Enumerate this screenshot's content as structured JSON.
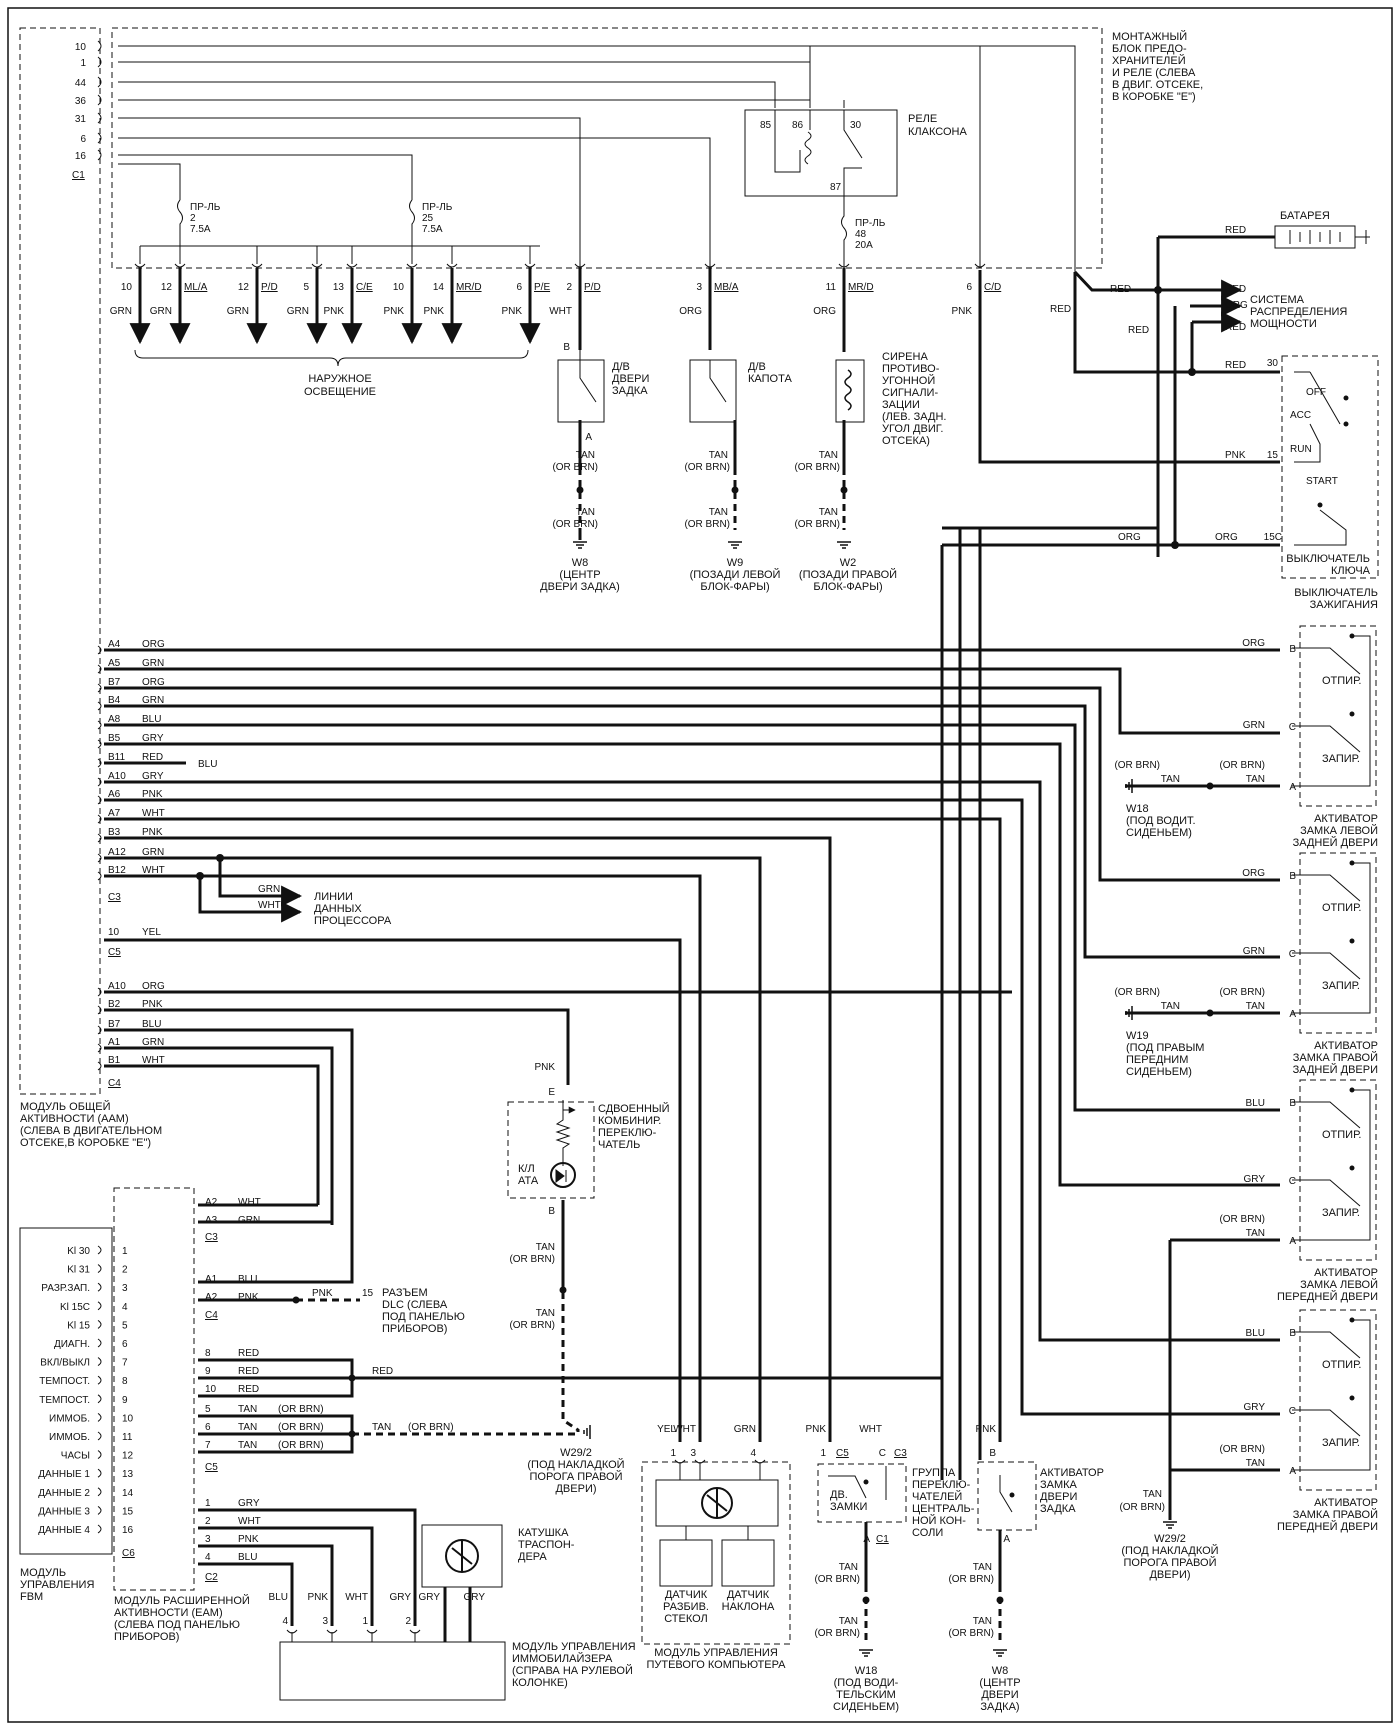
{
  "fuse_block": {
    "label": [
      "МОНТАЖНЫЙ",
      "БЛОК ПРЕДО-",
      "ХРАНИТЕЛЕЙ",
      "И РЕЛЕ (СЛЕВА",
      "В ДВИГ. ОТСЕКЕ,",
      "В КОРОБКЕ \"E\")"
    ],
    "c1_pins": [
      "10",
      "1",
      "44",
      "36",
      "31",
      "6",
      "16"
    ],
    "c1_label": "C1",
    "fuse_2": [
      "ПР-ЛЬ",
      "2",
      "7.5A"
    ],
    "fuse_25": [
      "ПР-ЛЬ",
      "25",
      "7.5A"
    ],
    "fuse_48": [
      "ПР-ЛЬ",
      "48",
      "20A"
    ],
    "relay_label": [
      "РЕЛЕ",
      "КЛАКСОНА"
    ],
    "relay_pins": [
      "85",
      "86",
      "30",
      "87"
    ],
    "bottom_pins": [
      {
        "pin": "10",
        "conn": "",
        "wire": "GRN"
      },
      {
        "pin": "12",
        "conn": "ML/A",
        "wire": "GRN"
      },
      {
        "pin": "12",
        "conn": "P/D",
        "wire": "GRN"
      },
      {
        "pin": "5",
        "conn": "",
        "wire": "GRN"
      },
      {
        "pin": "13",
        "conn": "C/E",
        "wire": "PNK"
      },
      {
        "pin": "10",
        "conn": "",
        "wire": "PNK"
      },
      {
        "pin": "14",
        "conn": "MR/D",
        "wire": "PNK"
      },
      {
        "pin": "6",
        "conn": "P/E",
        "wire": "PNK"
      },
      {
        "pin": "2",
        "conn": "P/D",
        "wire": "WHT"
      },
      {
        "pin": "3",
        "conn": "MB/A",
        "wire": "ORG"
      },
      {
        "pin": "11",
        "conn": "MR/D",
        "wire": "ORG"
      },
      {
        "pin": "6",
        "conn": "C/D",
        "wire": "PNK"
      }
    ]
  },
  "exterior_lighting": [
    "НАРУЖНОЕ",
    "ОСВЕЩЕНИЕ"
  ],
  "battery": "БАТАРЕЯ",
  "power_dist": [
    "СИСТЕМА",
    "РАСПРЕДЕЛЕНИЯ",
    "МОЩНОСТИ"
  ],
  "wires": {
    "red": "RED",
    "org": "ORG",
    "pnk": "PNK",
    "tan": "TAN",
    "or_brn": "(OR BRN)",
    "grn": "GRN",
    "wht": "WHT",
    "yel": "YEL",
    "gry": "GRY",
    "blu": "BLU"
  },
  "ignition": {
    "pins": [
      "30",
      "15",
      "15C"
    ],
    "positions": [
      "OFF",
      "ACC",
      "RUN",
      "START"
    ],
    "label1": [
      "ВЫКЛЮЧАТЕЛЬ",
      "КЛЮЧА"
    ],
    "label2": [
      "ВЫКЛЮЧАТЕЛЬ",
      "ЗАЖИГАНИЯ"
    ]
  },
  "tailgate_sw": [
    "Д/В",
    "ДВЕРИ",
    "ЗАДКА"
  ],
  "hood_sw": [
    "Д/В",
    "КАПОТА"
  ],
  "siren": [
    "СИРЕНА",
    "ПРОТИВО-",
    "УГОННОЙ",
    "СИГНАЛИ-",
    "ЗАЦИИ",
    "(ЛЕВ. ЗАДН.",
    "УГОЛ ДВИГ.",
    "ОТСЕКА)"
  ],
  "grounds_top": {
    "w8": [
      "W8",
      "(ЦЕНТР",
      "ДВЕРИ ЗАДКА)"
    ],
    "w9": [
      "W9",
      "(ПОЗАДИ ЛЕВОЙ",
      "БЛОК-ФАРЫ)"
    ],
    "w2": [
      "W2",
      "(ПОЗАДИ ПРАВОЙ",
      "БЛОК-ФАРЫ)"
    ]
  },
  "pins_ab": {
    "a": "A",
    "b": "B",
    "c": "C",
    "e": "E"
  },
  "aam": {
    "rows": [
      {
        "pin": "A4",
        "wire": "ORG"
      },
      {
        "pin": "A5",
        "wire": "GRN"
      },
      {
        "pin": "B7",
        "wire": "ORG"
      },
      {
        "pin": "B4",
        "wire": "GRN"
      },
      {
        "pin": "A8",
        "wire": "BLU"
      },
      {
        "pin": "B5",
        "wire": "GRY"
      },
      {
        "pin": "B11",
        "wire": "RED"
      },
      {
        "pin": "A10",
        "wire": "GRY"
      },
      {
        "pin": "A6",
        "wire": "PNK"
      },
      {
        "pin": "A7",
        "wire": "WHT"
      },
      {
        "pin": "B3",
        "wire": "PNK"
      },
      {
        "pin": "A12",
        "wire": "GRN"
      },
      {
        "pin": "B12",
        "wire": "WHT"
      }
    ],
    "c3": "C3",
    "c5_row": {
      "pin": "10",
      "wire": "YEL"
    },
    "c5": "C5",
    "c4_rows": [
      {
        "pin": "A10",
        "wire": "ORG"
      },
      {
        "pin": "B2",
        "wire": "PNK"
      },
      {
        "pin": "B7",
        "wire": "BLU"
      },
      {
        "pin": "A1",
        "wire": "GRN"
      },
      {
        "pin": "B1",
        "wire": "WHT"
      }
    ],
    "c4": "C4",
    "label": [
      "МОДУЛЬ ОБЩЕЙ",
      "АКТИВНОСТИ (AAM)",
      "(СЛЕВА В ДВИГАТЕЛЬНОМ",
      "ОТСЕКЕ,В КОРОБКЕ \"E\")"
    ]
  },
  "data_lines": [
    "ЛИНИИ",
    "ДАННЫХ",
    "ПРОЦЕССОРА"
  ],
  "actuators": {
    "unlock": "ОТПИР.",
    "lock": "ЗАПИР.",
    "lr_door": [
      "АКТИВАТОР",
      "ЗАМКА ЛЕВОЙ",
      "ЗАДНЕЙ ДВЕРИ"
    ],
    "rr_door": [
      "АКТИВАТОР",
      "ЗАМКА ПРАВОЙ",
      "ЗАДНЕЙ ДВЕРИ"
    ],
    "lf_door": [
      "АКТИВАТОР",
      "ЗАМКА ЛЕВОЙ",
      "ПЕРЕДНЕЙ ДВЕРИ"
    ],
    "rf_door": [
      "АКТИВАТОР",
      "ЗАМКА ПРАВОЙ",
      "ПЕРЕДНЕЙ ДВЕРИ"
    ],
    "tailgate": [
      "АКТИВАТОР",
      "ЗАМКА",
      "ДВЕРИ",
      "ЗАДКА"
    ]
  },
  "grounds_mid": {
    "w18": [
      "W18",
      "(ПОД ВОДИТ.",
      "СИДЕНЬЕМ)"
    ],
    "w19": [
      "W19",
      "(ПОД ПРАВЫМ",
      "ПЕРЕДНИМ",
      "СИДЕНЬЕМ)"
    ],
    "w29_right": [
      "W29/2",
      "(ПОД НАКЛАДКОЙ",
      "ПОРОГА ПРАВОЙ",
      "ДВЕРИ)"
    ]
  },
  "combo_switch": {
    "label": [
      "СДВОЕННЫЙ",
      "КОМБИНИР.",
      "ПЕРЕКЛЮ-",
      "ЧАТЕЛЬ"
    ],
    "kl": [
      "К/Л",
      "АТА"
    ]
  },
  "ground_w29_center": [
    "W29/2",
    "(ПОД НАКЛАДКОЙ",
    "ПОРОГА ПРАВОЙ",
    "ДВЕРИ)"
  ],
  "fbm": {
    "rows": [
      "Kl 30",
      "Kl 31",
      "РАЗР.ЗАП.",
      "Kl 15C",
      "Kl 15",
      "ДИАГН.",
      "ВКЛ/ВЫКЛ",
      "ТЕМПОСТ.",
      "ТЕМПОСТ.",
      "ИММОБ.",
      "ИММОБ.",
      "ЧАСЫ",
      "ДАННЫЕ 1",
      "ДАННЫЕ 2",
      "ДАННЫЕ 3",
      "ДАННЫЕ 4"
    ],
    "pins": [
      "1",
      "2",
      "3",
      "4",
      "5",
      "6",
      "7",
      "8",
      "9",
      "10",
      "11",
      "12",
      "13",
      "14",
      "15",
      "16"
    ],
    "c6": "C6",
    "label": [
      "МОДУЛЬ",
      "УПРАВЛЕНИЯ",
      "FBM"
    ]
  },
  "eam": {
    "c3_rows": [
      {
        "pin": "A2",
        "wire": "WHT"
      },
      {
        "pin": "A3",
        "wire": "GRN"
      }
    ],
    "c3": "C3",
    "c4_rows": [
      {
        "pin": "A1",
        "wire": "BLU"
      },
      {
        "pin": "A2",
        "wire": "PNK"
      }
    ],
    "c4": "C4",
    "c5_rows": [
      {
        "pin": "8",
        "wire": "RED",
        "alt": ""
      },
      {
        "pin": "9",
        "wire": "RED",
        "alt": ""
      },
      {
        "pin": "10",
        "wire": "RED",
        "alt": ""
      },
      {
        "pin": "5",
        "wire": "TAN",
        "alt": "(OR BRN)"
      },
      {
        "pin": "6",
        "wire": "TAN",
        "alt": "(OR BRN)"
      },
      {
        "pin": "7",
        "wire": "TAN",
        "alt": "(OR BRN)"
      }
    ],
    "c5": "C5",
    "c2_rows": [
      {
        "pin": "1",
        "wire": "GRY"
      },
      {
        "pin": "2",
        "wire": "WHT"
      },
      {
        "pin": "3",
        "wire": "PNK"
      },
      {
        "pin": "4",
        "wire": "BLU"
      }
    ],
    "c2": "C2",
    "label": [
      "МОДУЛЬ РАСШИРЕННОЙ",
      "АКТИВНОСТИ (EAM)",
      "(СЛЕВА ПОД ПАНЕЛЬЮ",
      "ПРИБОРОВ)"
    ]
  },
  "dlc": {
    "pin": "15",
    "label": [
      "РАЗЪЕМ",
      "DLC (СЛЕВА",
      "ПОД ПАНЕЛЬЮ",
      "ПРИБОРОВ)"
    ]
  },
  "transponder": [
    "КАТУШКА",
    "ТРАСПОН-",
    "ДЕРА"
  ],
  "immobilizer": {
    "pins": [
      "4",
      "3",
      "1",
      "2"
    ],
    "wires": [
      "BLU",
      "PNK",
      "WHT",
      "GRY"
    ],
    "label": [
      "МОДУЛЬ УПРАВЛЕНИЯ",
      "ИММОБИЛАЙЗЕРА",
      "(СПРАВА НА РУЛЕВОЙ",
      "КОЛОНКЕ)"
    ]
  },
  "trip_computer": {
    "wires": [
      "YEL",
      "WHT",
      "GRN"
    ],
    "pins": [
      "1",
      "3",
      "4"
    ],
    "glass": [
      "ДАТЧИК",
      "РАЗБИВ.",
      "СТЕКОЛ"
    ],
    "tilt": [
      "ДАТЧИК",
      "НАКЛОНА"
    ],
    "label": [
      "МОДУЛЬ УПРАВЛЕНИЯ",
      "ПУТЕВОГО КОМПЬЮТЕРА"
    ]
  },
  "console": {
    "wires": [
      "PNK",
      "WHT"
    ],
    "pins": [
      "1",
      "C5",
      "C",
      "C3"
    ],
    "door_locks": [
      "ДВ.",
      "ЗАМКИ"
    ],
    "label": [
      "ГРУППА",
      "ПЕРЕКЛЮ-",
      "ЧАТЕЛЕЙ",
      "ЦЕНТРАЛЬ-",
      "НОЙ КОН-",
      "СОЛИ"
    ],
    "c1": "C1"
  },
  "grounds_bottom": {
    "w18": [
      "W18",
      "(ПОД ВОДИ-",
      "ТЕЛЬСКИМ",
      "СИДЕНЬЕМ)"
    ],
    "w8": [
      "W8",
      "(ЦЕНТР",
      "ДВЕРИ",
      "ЗАДКА)"
    ],
    "w29": [
      "W29/2",
      "(ПОД НАКЛАДКОЙ",
      "ПОРОГА ПРАВОЙ",
      "ДВЕРИ)"
    ]
  }
}
